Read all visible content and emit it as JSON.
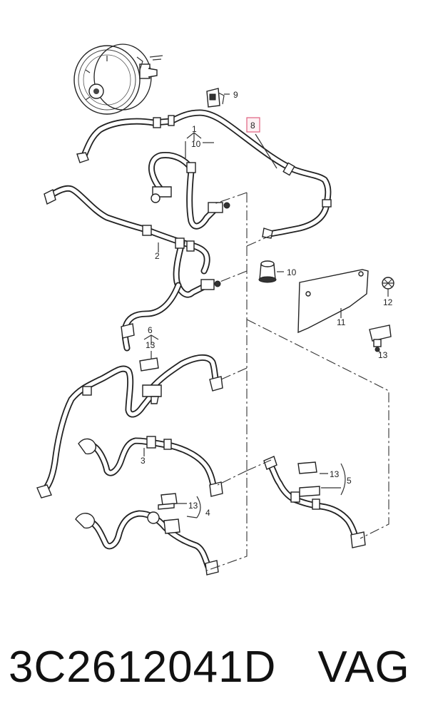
{
  "diagram": {
    "callouts": {
      "c1": "1",
      "c2": "2",
      "c3": "3",
      "c4": "4",
      "c5": "5",
      "c6": "6",
      "c8": "8",
      "c9": "9",
      "c10a": "10",
      "c10b": "10",
      "c11": "11",
      "c12": "12",
      "c13a": "13",
      "c13b": "13",
      "c13c": "13",
      "c13d": "13"
    },
    "highlight_color": "#e06080"
  },
  "footer": {
    "part_number": "3C2612041D",
    "brand": "VAG"
  }
}
